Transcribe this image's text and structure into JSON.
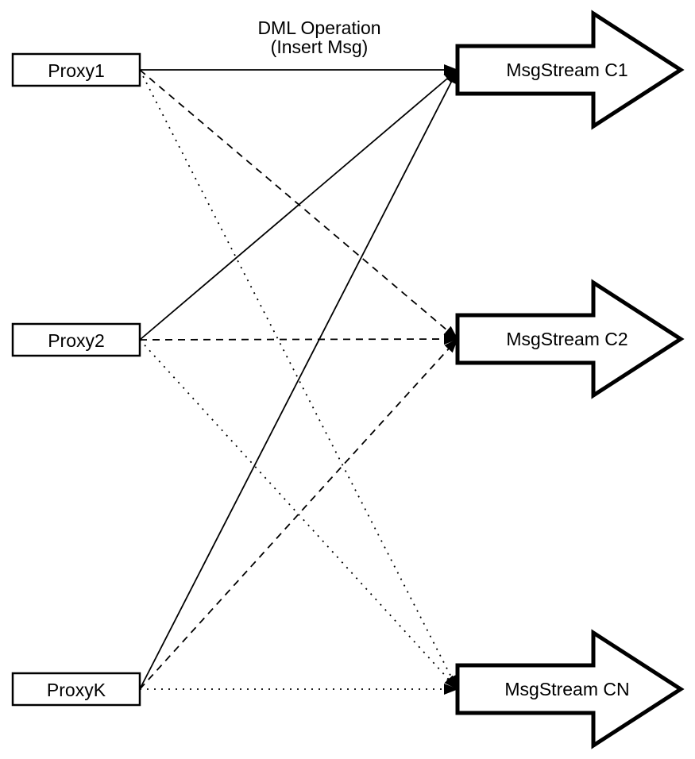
{
  "dml_label": {
    "line1": "DML Operation",
    "line2": "(Insert Msg)"
  },
  "proxies": [
    {
      "id": "proxy1",
      "label": "Proxy1"
    },
    {
      "id": "proxy2",
      "label": "Proxy2"
    },
    {
      "id": "proxyk",
      "label": "ProxyK"
    }
  ],
  "streams": [
    {
      "id": "c1",
      "label": "MsgStream C1"
    },
    {
      "id": "c2",
      "label": "MsgStream C2"
    },
    {
      "id": "cn",
      "label": "MsgStream CN"
    }
  ],
  "edges": [
    {
      "from": "proxy1",
      "to": "c1",
      "style": "solid"
    },
    {
      "from": "proxy1",
      "to": "c2",
      "style": "dashed"
    },
    {
      "from": "proxy1",
      "to": "cn",
      "style": "dotted"
    },
    {
      "from": "proxy2",
      "to": "c1",
      "style": "solid"
    },
    {
      "from": "proxy2",
      "to": "c2",
      "style": "dashed"
    },
    {
      "from": "proxy2",
      "to": "cn",
      "style": "dotted"
    },
    {
      "from": "proxyk",
      "to": "c1",
      "style": "solid"
    },
    {
      "from": "proxyk",
      "to": "c2",
      "style": "dashed"
    },
    {
      "from": "proxyk",
      "to": "cn",
      "style": "dotted"
    }
  ],
  "colors": {
    "stroke": "#000000",
    "fill": "#ffffff",
    "background": "#ffffff",
    "text": "#000000"
  }
}
